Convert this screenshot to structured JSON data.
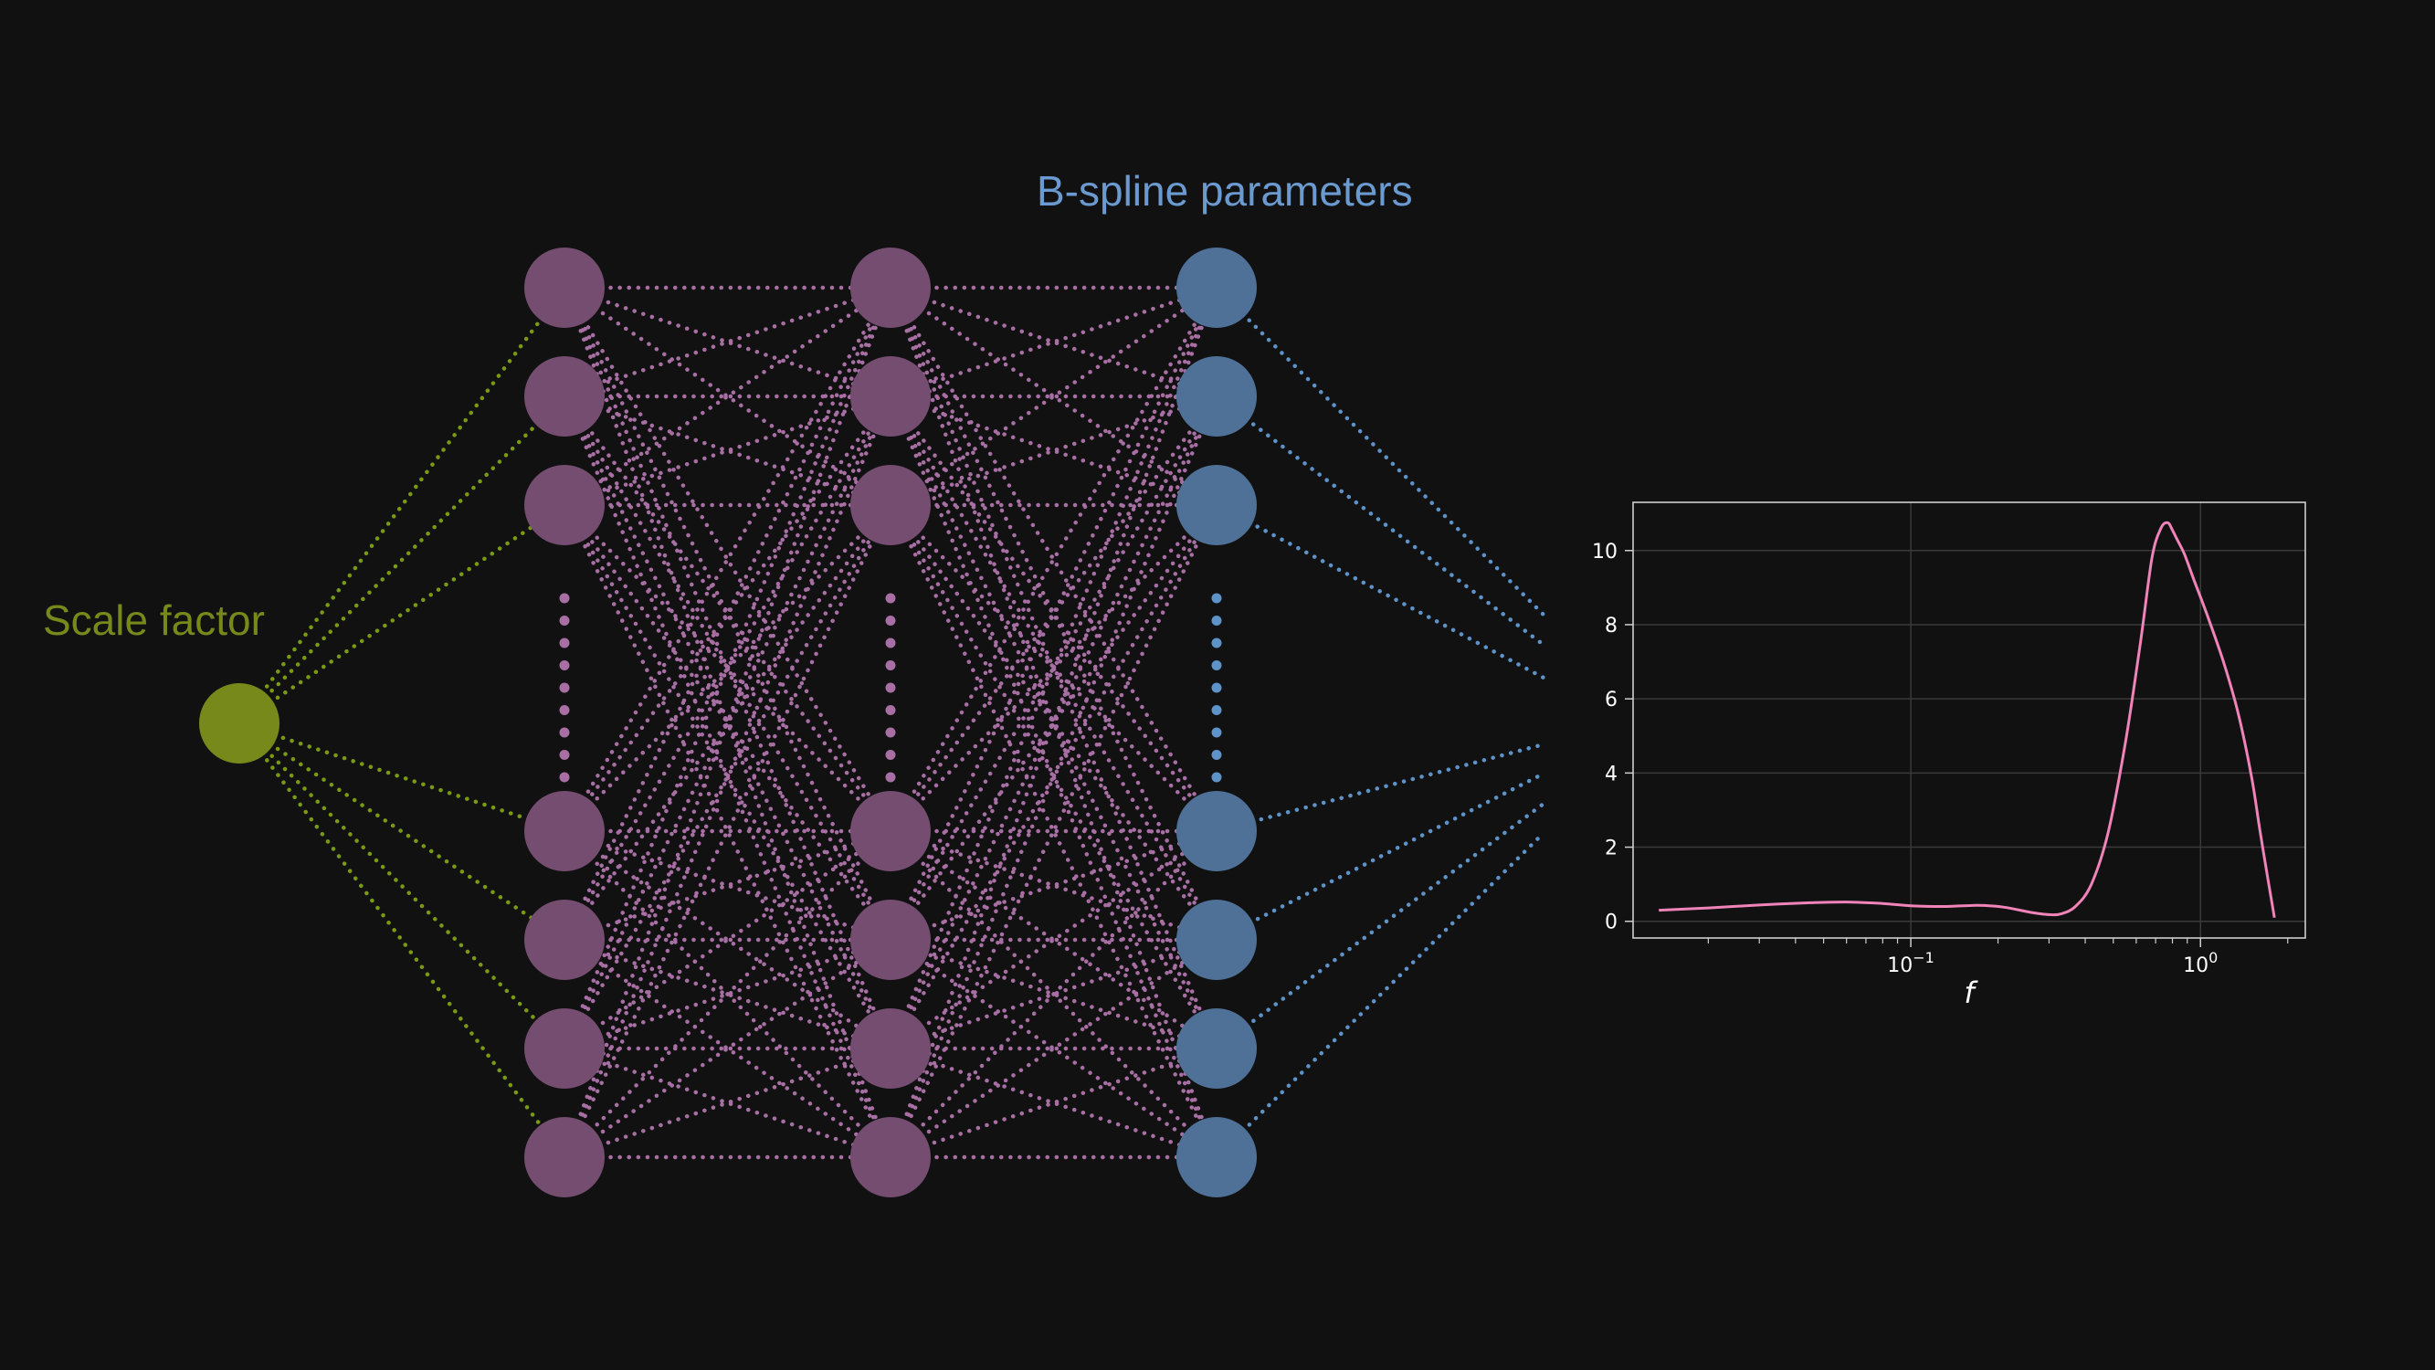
{
  "labels": {
    "input_label": "Scale factor",
    "output_label": "B-spline parameters"
  },
  "colors": {
    "background": "#111111",
    "input": "#76891a",
    "input_edges": "#7a9a14",
    "hidden": "#744d70",
    "hidden_edges": "#a86fa4",
    "output": "#4f7197",
    "output_edges": "#5d93c9",
    "curve": "#f083b8"
  },
  "network": {
    "hidden_layers": 2,
    "nodes_per_layer_shown": 7,
    "ellipsis": "⋮"
  },
  "chart_data": {
    "type": "line",
    "title": "",
    "xlabel": "f",
    "ylabel": "",
    "xscale": "log",
    "xlim": [
      0.011,
      2.3
    ],
    "ylim": [
      -0.45,
      11.3
    ],
    "grid": true,
    "xticks": [
      {
        "value": 0.1,
        "base": "10",
        "exp": "−1"
      },
      {
        "value": 1,
        "base": "10",
        "exp": "0"
      }
    ],
    "yticks": [
      0,
      2,
      4,
      6,
      8,
      10
    ],
    "series": [
      {
        "x": [
          0.0135,
          0.02,
          0.03,
          0.045,
          0.06,
          0.08,
          0.1,
          0.13,
          0.17,
          0.21,
          0.26,
          0.3,
          0.33,
          0.37,
          0.42,
          0.48,
          0.55,
          0.62,
          0.68,
          0.73,
          0.77,
          0.8,
          0.83,
          0.88,
          0.95,
          1.05,
          1.2,
          1.35,
          1.5,
          1.6,
          1.72,
          1.8
        ],
        "y": [
          0.3,
          0.36,
          0.44,
          0.5,
          0.52,
          0.48,
          0.42,
          0.4,
          0.43,
          0.38,
          0.24,
          0.18,
          0.2,
          0.4,
          1.0,
          2.4,
          4.8,
          7.5,
          9.8,
          10.6,
          10.75,
          10.55,
          10.3,
          9.9,
          9.2,
          8.3,
          7.0,
          5.6,
          3.9,
          2.5,
          1.0,
          0.1
        ]
      }
    ]
  }
}
